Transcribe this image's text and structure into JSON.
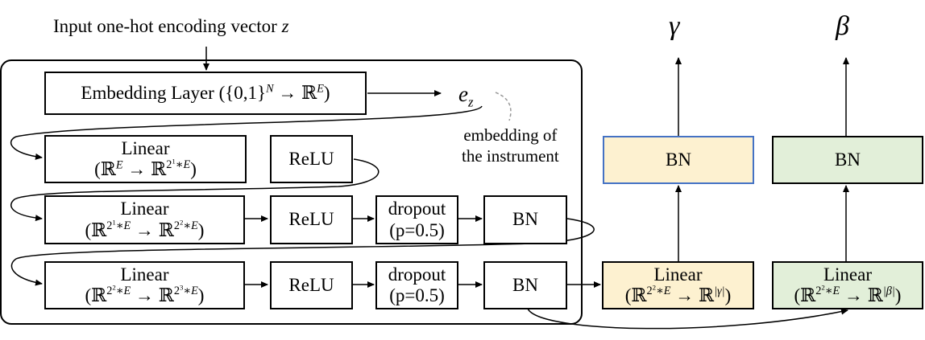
{
  "input_label": {
    "text": "Input one-hot encoding vector ",
    "var": "z"
  },
  "embedding_layer": {
    "text": "Embedding Layer ({0,1}",
    "exp_n": "N",
    "arrow": " → ℝ",
    "exp_e": "E",
    "close": ")"
  },
  "embedding_output": {
    "base": "e",
    "sub": "z"
  },
  "embedding_note": {
    "line1": "embedding of",
    "line2": "the instrument"
  },
  "row1": {
    "linear_title": "Linear",
    "linear_formula": {
      "open": "(ℝ",
      "exp_in": "E",
      "arrow": " → ℝ",
      "exp_out": "2",
      "exp_out_sup": "1",
      "exp_out_rest": "∗E",
      "close": ")"
    },
    "relu": "ReLU"
  },
  "row2": {
    "linear_title": "Linear",
    "linear_formula": {
      "open": "(ℝ",
      "exp_in": "2",
      "exp_in_sup": "1",
      "exp_in_rest": "∗E",
      "arrow": " → ℝ",
      "exp_out": "2",
      "exp_out_sup": "2",
      "exp_out_rest": "∗E",
      "close": ")"
    },
    "relu": "ReLU",
    "dropout": "dropout",
    "dropout_p": "(p=0.5)",
    "bn": "BN"
  },
  "row3": {
    "linear_title": "Linear",
    "linear_formula": {
      "open": "(ℝ",
      "exp_in": "2",
      "exp_in_sup": "2",
      "exp_in_rest": "∗E",
      "arrow": " → ℝ",
      "exp_out": "2",
      "exp_out_sup": "3",
      "exp_out_rest": "∗E",
      "close": ")"
    },
    "relu": "ReLU",
    "dropout": "dropout",
    "dropout_p": "(p=0.5)",
    "bn": "BN"
  },
  "gamma_branch": {
    "output_symbol": "γ",
    "bn": "BN",
    "linear_title": "Linear",
    "linear_formula": {
      "open": "(ℝ",
      "exp_in": "2",
      "exp_in_sup": "2",
      "exp_in_rest": "∗E",
      "arrow": " → ℝ",
      "exp_out": "|γ|",
      "close": ")"
    }
  },
  "beta_branch": {
    "output_symbol": "β",
    "bn": "BN",
    "linear_title": "Linear",
    "linear_formula": {
      "open": "(ℝ",
      "exp_in": "2",
      "exp_in_sup": "2",
      "exp_in_rest": "∗E",
      "arrow": " → ℝ",
      "exp_out": "|β|",
      "close": ")"
    }
  },
  "colors": {
    "yellow_fill": "#fdf1d0",
    "green_fill": "#e2efd9",
    "blue_border": "#4472c4",
    "line": "#000000"
  }
}
